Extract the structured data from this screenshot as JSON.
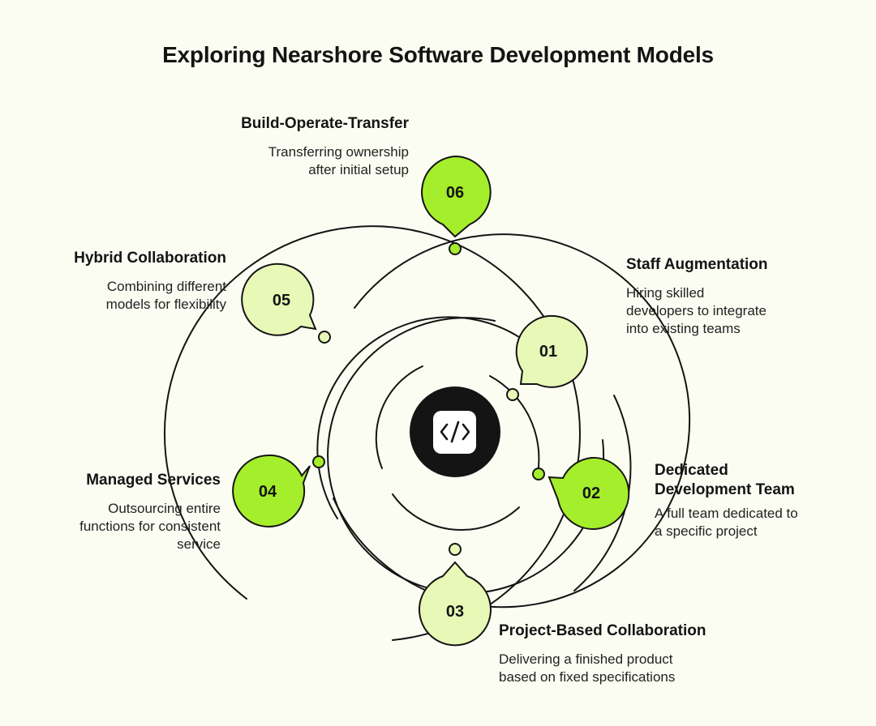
{
  "title": "Exploring Nearshore Software Development Models",
  "center_icon": "code-icon",
  "colors": {
    "bright": "#a5ee2b",
    "pale": "#e8f8b6",
    "ring": "#141414",
    "center": "#141414"
  },
  "models": [
    {
      "num": "01",
      "title": "Staff Augmentation",
      "desc_lines": [
        "Hiring skilled",
        "developers to integrate",
        "into existing teams"
      ]
    },
    {
      "num": "02",
      "title_lines": [
        "Dedicated",
        "Development Team"
      ],
      "desc_lines": [
        "A full team dedicated to",
        "a specific project"
      ]
    },
    {
      "num": "03",
      "title": "Project-Based Collaboration",
      "desc_lines": [
        "Delivering a finished product",
        "based on fixed specifications"
      ]
    },
    {
      "num": "04",
      "title": "Managed Services",
      "desc_lines": [
        "Outsourcing entire",
        "functions for consistent",
        "service"
      ]
    },
    {
      "num": "05",
      "title": "Hybrid Collaboration",
      "desc_lines": [
        "Combining different",
        "models for flexibility"
      ]
    },
    {
      "num": "06",
      "title": "Build-Operate-Transfer",
      "desc_lines": [
        "Transferring ownership",
        "after initial setup"
      ]
    }
  ]
}
